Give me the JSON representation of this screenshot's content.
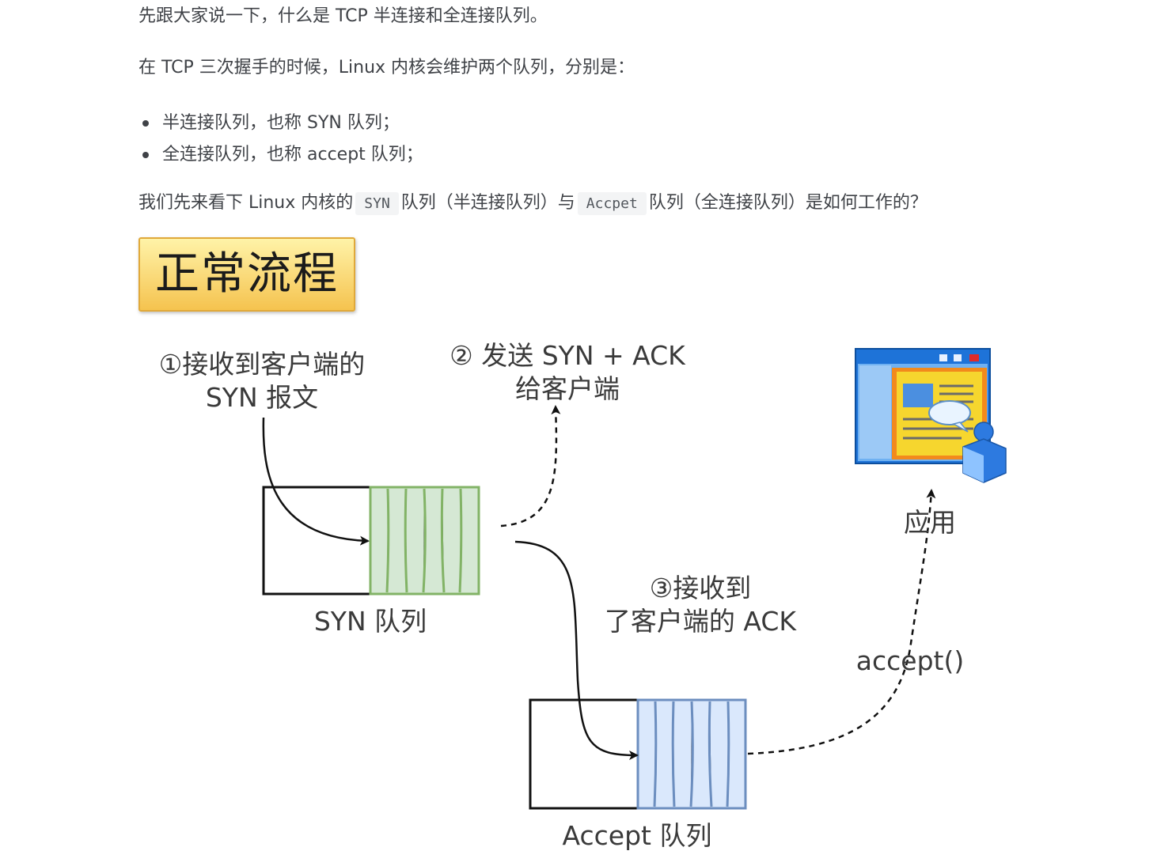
{
  "article": {
    "p1": "先跟大家说一下，什么是 TCP 半连接和全连接队列。",
    "p2": "在 TCP 三次握手的时候，Linux 内核会维护两个队列，分别是：",
    "bullets": [
      "半连接队列，也称 SYN 队列；",
      "全连接队列，也称 accept 队列；"
    ],
    "p3": {
      "a": "我们先来看下 Linux 内核的",
      "code1": "SYN",
      "b": "队列（半连接队列）与",
      "code2": "Accpet",
      "c": "队列（全连接队列）是如何工作的？"
    }
  },
  "diagram": {
    "title": "正常流程",
    "step1_line1": "①接收到客户端的",
    "step1_line2": "SYN 报文",
    "step2_line1": "② 发送 SYN + ACK",
    "step2_line2": "给客户端",
    "step3_line1": "③接收到",
    "step3_line2": "了客户端的 ACK",
    "syn_queue_label": "SYN 队列",
    "accept_queue_label": "Accept 队列",
    "app_label": "应用",
    "accept_call": "accept()",
    "app_icon": "application-window-user-icon",
    "colors": {
      "syn_fill": "#d5e8d4",
      "syn_stroke": "#82b366",
      "accept_fill": "#dae8fc",
      "accept_stroke": "#6c8ebf"
    }
  }
}
